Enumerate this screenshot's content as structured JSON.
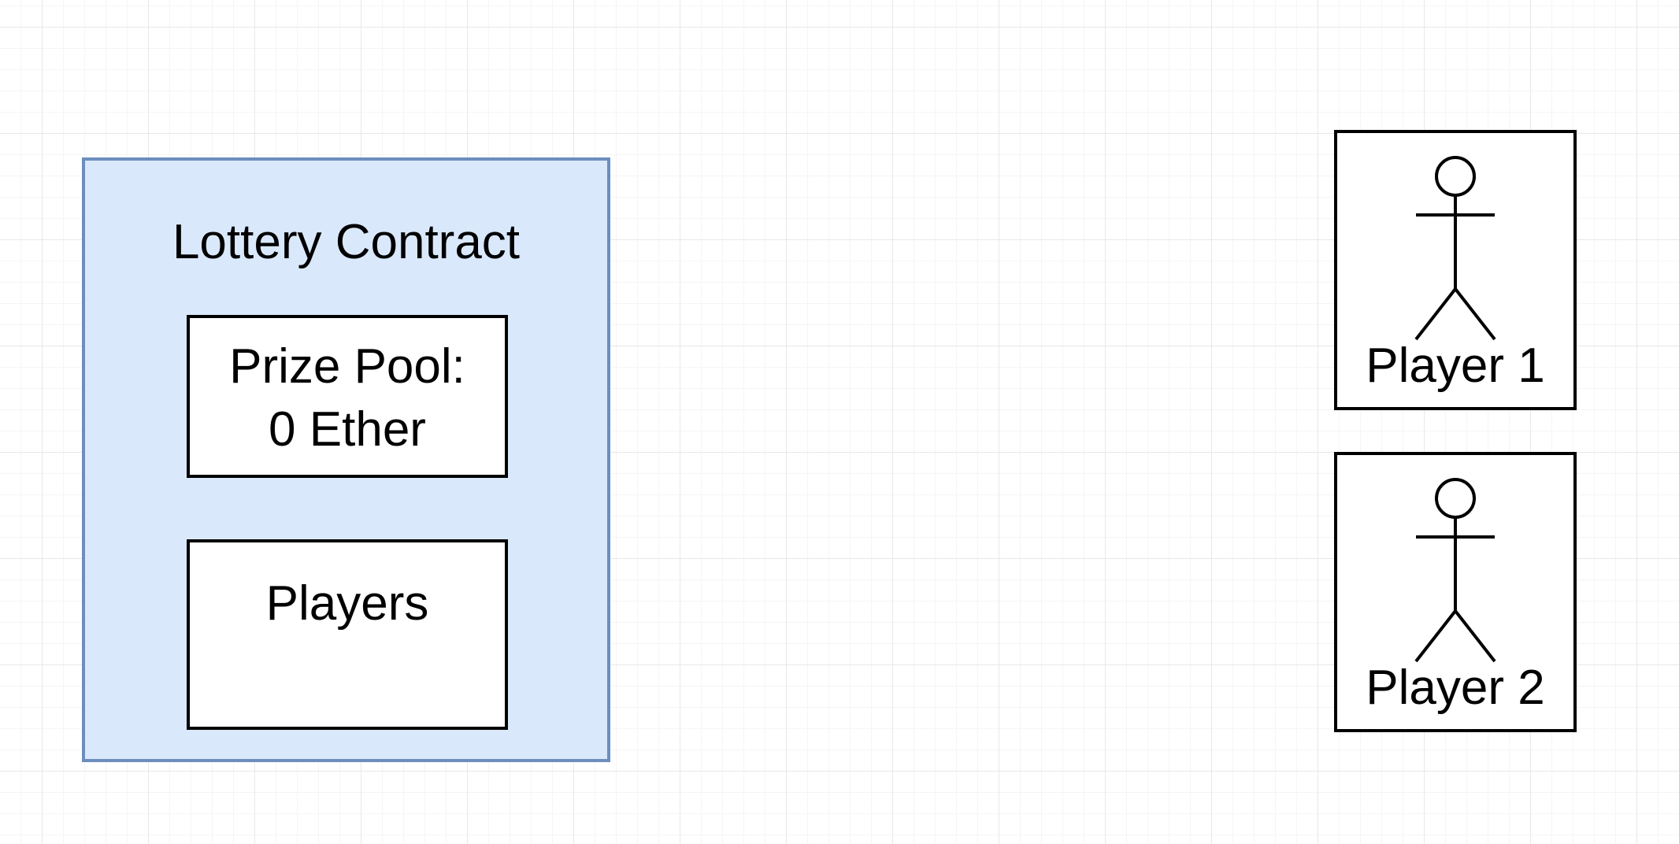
{
  "contract": {
    "title": "Lottery Contract",
    "prize_pool": {
      "label": "Prize Pool:",
      "value": "0 Ether"
    },
    "players_label": "Players"
  },
  "players": [
    {
      "label": "Player 1",
      "icon": "stick-figure-actor-icon"
    },
    {
      "label": "Player 2",
      "icon": "stick-figure-actor-icon"
    }
  ],
  "colors": {
    "contract_fill": "#dae8fc",
    "contract_border": "#6c8ebf",
    "box_border": "#000000",
    "grid": "#e8e8e8"
  }
}
